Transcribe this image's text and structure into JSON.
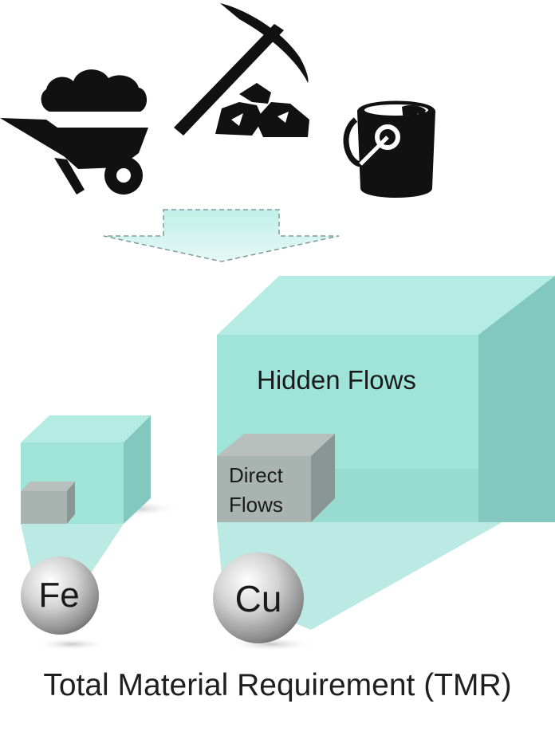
{
  "labels": {
    "hidden_flows": "Hidden Flows",
    "direct_flows_line1": "Direct",
    "direct_flows_line2": "Flows",
    "fe": "Fe",
    "cu": "Cu",
    "caption": "Total Material Requirement (TMR)"
  },
  "icons": [
    "wheelbarrow-icon",
    "pickaxe-ore-icon",
    "paint-bucket-icon",
    "dashed-down-arrow-icon"
  ],
  "colors": {
    "cube_front": "#9fe3d9",
    "cube_top": "#b4ece4",
    "cube_side": "#82c8be",
    "inner_cube": "#a9b4b1",
    "icon": "#111111"
  }
}
